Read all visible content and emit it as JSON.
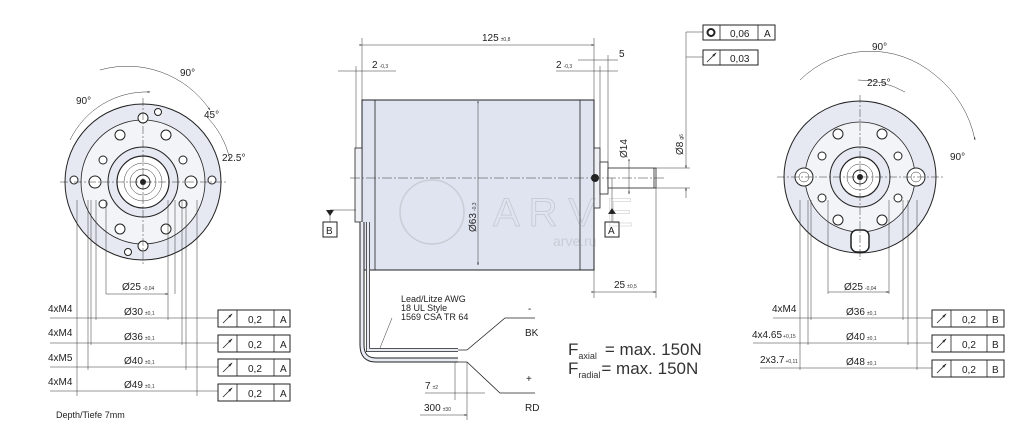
{
  "left_view": {
    "angles": [
      "90°",
      "90°",
      "45°",
      "22.5°"
    ],
    "diameter_inner": "Ø25",
    "diameter_inner_tol": "-0,04",
    "rows": [
      {
        "thread": "4xM4",
        "diameter": "Ø30",
        "tol": "±0,1",
        "tolerance": "0,2",
        "datum": "A"
      },
      {
        "thread": "4xM4",
        "diameter": "Ø36",
        "tol": "±0,1",
        "tolerance": "0,2",
        "datum": "A"
      },
      {
        "thread": "4xM5",
        "diameter": "Ø40",
        "tol": "±0,1",
        "tolerance": "0,2",
        "datum": "A"
      },
      {
        "thread": "4xM4",
        "diameter": "Ø49",
        "tol": "±0,1",
        "tolerance": "0,2",
        "datum": "A"
      }
    ],
    "depth_note": "Depth/Tiefe  7mm"
  },
  "side_view": {
    "length": "125",
    "length_tol": "±0,8",
    "left_offset": "2",
    "left_offset_tol": "-0,3",
    "right_offset": "2",
    "right_offset_tol": "-0,3",
    "shaft_step": "5",
    "body_diameter": "Ø63",
    "body_diameter_tol": "-0,3",
    "hub_diameter": "Ø14",
    "shaft_diameter": "Ø8",
    "shaft_diameter_tol": "g6",
    "shaft_length": "25",
    "shaft_length_tol": "±0,5",
    "datum_left": "B",
    "datum_right": "A",
    "runout_top": {
      "tolerance": "0,06",
      "datum": "A"
    },
    "runout_bottom": {
      "tolerance": "0,03"
    },
    "lead_note": [
      "Lead/Litze   AWG",
      "18  UL  Style",
      "1569  CSA  TR 64"
    ],
    "wire_minus": "-",
    "wire_minus_color": "BK",
    "wire_plus": "+",
    "wire_plus_color": "RD",
    "strip_length": "7",
    "strip_length_tol": "±2",
    "lead_length": "300",
    "lead_length_tol": "±30"
  },
  "forces": {
    "axial_label": "F",
    "axial_sub": "axial",
    "axial_value": "= max. 150N",
    "radial_label": "F",
    "radial_sub": "radial",
    "radial_value": "= max. 150N"
  },
  "right_view": {
    "angles": [
      "90°",
      "22.5°",
      "90°"
    ],
    "diameter_inner": "Ø25",
    "diameter_inner_tol": "-0,04",
    "rows": [
      {
        "thread": "4xM4",
        "thread_tol": "",
        "diameter": "Ø36",
        "tol": "±0,1",
        "tolerance": "0,2",
        "datum": "B"
      },
      {
        "thread": "4x4.65",
        "thread_tol": "+0,15",
        "diameter": "Ø40",
        "tol": "±0,1",
        "tolerance": "0,2",
        "datum": "B"
      },
      {
        "thread": "2x3.7",
        "thread_tol": "+0,11",
        "diameter": "Ø48",
        "tol": "±0,1",
        "tolerance": "0,2",
        "datum": "B"
      }
    ]
  },
  "watermark": {
    "brand": "ARVE",
    "site": "arve.ru"
  }
}
